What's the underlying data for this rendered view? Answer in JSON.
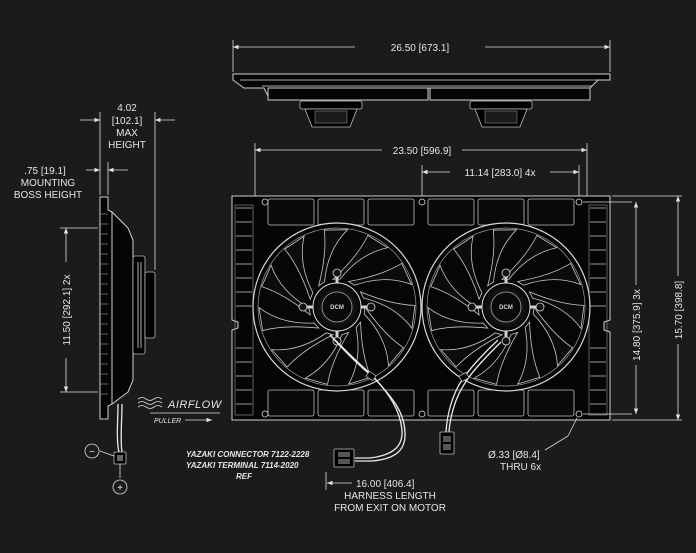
{
  "dimensions": {
    "overall_width": "26.50 [673.1]",
    "hole_span": "23.50 [596.9]",
    "hole_spacing_top": "11.14 [283.0] 4x",
    "max_height_value": "4.02",
    "max_height_metric": "[102.1]",
    "max_height_line1": "MAX",
    "max_height_line2": "HEIGHT",
    "boss_value": ".75 [19.1]",
    "boss_line1": "MOUNTING",
    "boss_line2": "BOSS HEIGHT",
    "side_height": "11.50 [292.1] 2x",
    "hole_vertical": "14.80 [375.9] 3x",
    "overall_height": "15.70 [398.8]",
    "hole_dia_line1": "Ø.33 [Ø8.4]",
    "hole_dia_line2": "THRU 6x",
    "harness_line1": "16.00 [406.4]",
    "harness_line2": "HARNESS LENGTH",
    "harness_line3": "FROM EXIT ON MOTOR"
  },
  "connector": {
    "line1": "YAZAKI CONNECTOR 7122-2228",
    "line2": "YAZAKI TERMINAL 7114-2020",
    "line3": "REF"
  },
  "airflow": {
    "label": "AIRFLOW",
    "mode": "PULLER"
  },
  "polarity": {
    "negative": "−",
    "positive": "+"
  },
  "hub_logo": {
    "text": "DCM"
  }
}
